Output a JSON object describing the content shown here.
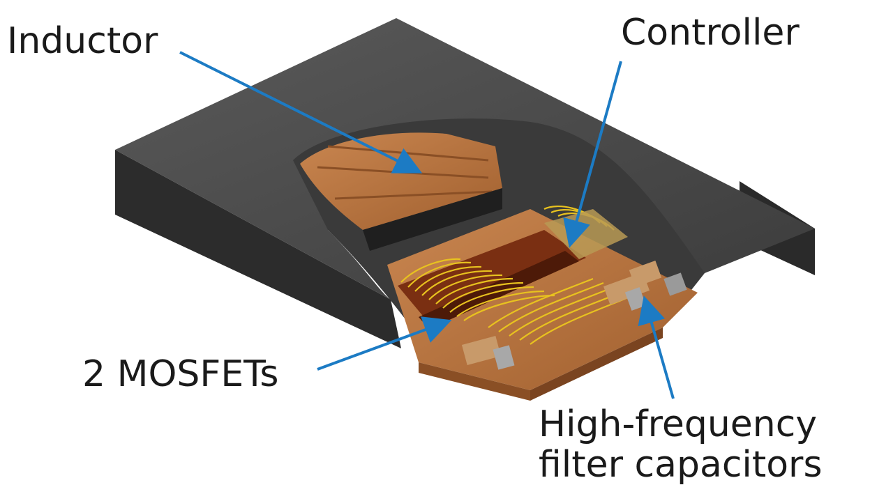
{
  "labels": {
    "inductor": "Inductor",
    "controller": "Controller",
    "mosfets": "2 MOSFETs",
    "capacitors_line1": "High-frequency",
    "capacitors_line2": "filter capacitors"
  },
  "colors": {
    "package_top": "#4a4a4a",
    "package_side": "#2f2f2f",
    "copper": "#b9733f",
    "copper_dark": "#8a4f25",
    "wire_gold": "#e8c21f",
    "arrow": "#1c7bc4",
    "capacitor_body": "#c89a6a",
    "capacitor_end": "#a8a8a8"
  },
  "icons": {
    "arrow": "arrow-pointer"
  }
}
